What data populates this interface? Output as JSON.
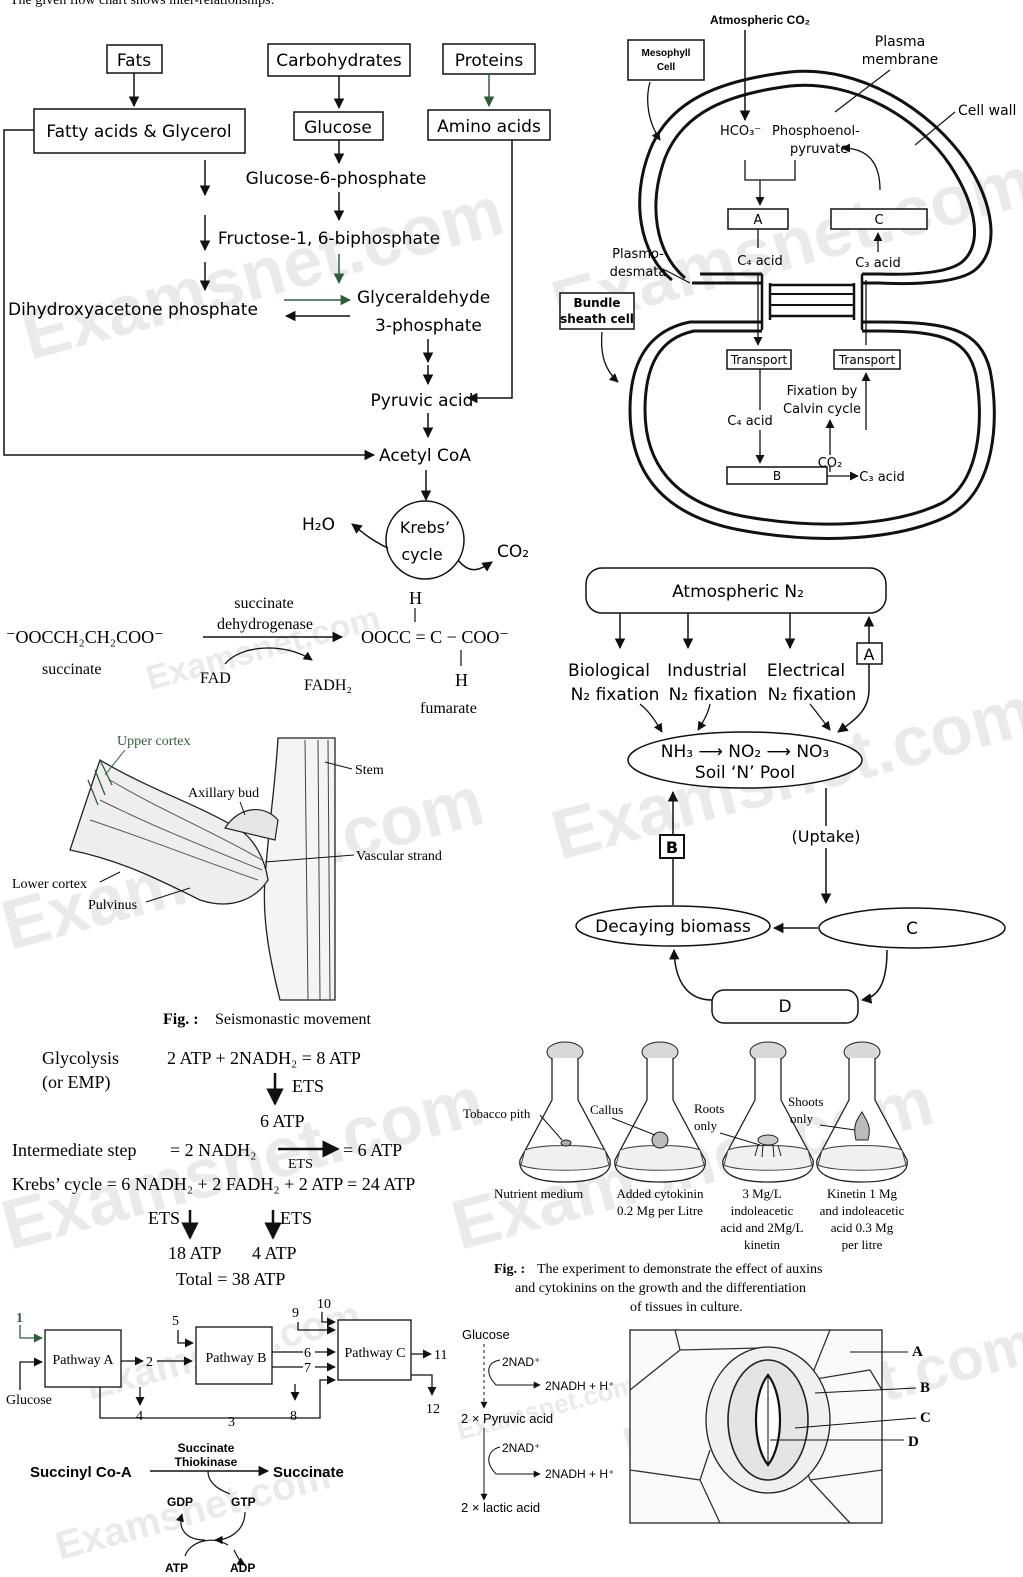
{
  "respiration_flow": {
    "top_clip": "The given flow chart shows inter-relationships:",
    "fats": "Fats",
    "carbohydrates": "Carbohydrates",
    "proteins": "Proteins",
    "fatty_acids": "Fatty acids & Glycerol",
    "glucose": "Glucose",
    "amino_acids": "Amino acids",
    "g6p": "Glucose-6-phosphate",
    "f16bp": "Fructose-1, 6-biphosphate",
    "dhap": "Dihydroxyacetone phosphate",
    "g3p_line1": "Glyceraldehyde",
    "g3p_line2": "3-phosphate",
    "pyruvic": "Pyruvic acid",
    "acetyl": "Acetyl CoA",
    "krebs_line1": "Krebs’",
    "krebs_line2": "cycle",
    "h2o": "H₂O",
    "co2": "CO₂"
  },
  "c4_pathway": {
    "atmospheric_co2": "Atmospheric CO₂",
    "mesophyll_line1": "Mesophyll",
    "mesophyll_line2": "Cell",
    "plasma_line1": "Plasma",
    "plasma_line2": "membrane",
    "cell_wall": "Cell wall",
    "hco3": "HCO₃⁻",
    "pep_line1": "Phosphoenol-",
    "pep_line2": "pyruvate",
    "box_a": "A",
    "box_c": "C",
    "c4_acid_top": "C₄ acid",
    "c3_acid_top": "C₃ acid",
    "plasmo_line1": "Plasmo-",
    "plasmo_line2": "desmata",
    "bundle_line1": "Bundle",
    "bundle_line2": "sheath cell",
    "transport_left": "Transport",
    "transport_right": "Transport",
    "fixation_line1": "Fixation by",
    "fixation_line2": "Calvin cycle",
    "c4_acid_bottom": "C₄ acid",
    "co2_bottom": "CO₂",
    "box_b": "B",
    "c3_acid_bottom": "C₃ acid"
  },
  "succinate_reaction": {
    "left": "⁻OOCCH₂CH₂COO⁻",
    "enzyme_line1": "succinate",
    "enzyme_line2": "dehydrogenase",
    "succinate_label": "succinate",
    "fad": "FAD",
    "fadh2": "FADH₂",
    "h_top": "H",
    "product": "OOCC = C − COO⁻",
    "h_bottom": "H",
    "fumarate": "fumarate"
  },
  "nitrogen_cycle": {
    "atmospheric_n2": "Atmospheric N₂",
    "box_a": "A",
    "bio_line1": "Biological",
    "bio_line2": "N₂ fixation",
    "ind_line1": "Industrial",
    "ind_line2": "N₂ fixation",
    "ele_line1": "Electrical",
    "ele_line2": "N₂ fixation",
    "pool_line1": "NH₃ ⟶ NO₂ ⟶ NO₃",
    "pool_line2": "Soil ‘N’ Pool",
    "box_b": "B",
    "uptake": "(Uptake)",
    "decaying": "Decaying biomass",
    "c": "C",
    "d": "D"
  },
  "seismonastic": {
    "upper_cortex": "Upper cortex",
    "stem": "Stem",
    "axillary_bud": "Axillary bud",
    "vascular_strand": "Vascular strand",
    "lower_cortex": "Lower cortex",
    "pulvinus": "Pulvinus",
    "caption_prefix": "Fig. :",
    "caption": "Seismonastic movement"
  },
  "atp_balance": {
    "glycolysis": "Glycolysis ⃞",
    "glycolysis_eq": "2 ATP + 2NADH₂ = 8 ATP",
    "emp": "(or EMP)",
    "ets1": "ETS",
    "six_atp": "6 ATP",
    "intermediate": "Intermediate step",
    "intermediate_eq": "= 2 NADH₂",
    "ets2": "ETS",
    "intermediate_res": "= 6 ATP",
    "krebs": "Krebs’ cycle = 6 NADH₂ + 2 FADH₂ + 2 ATP = 24 ATP",
    "ets3": "ETS",
    "ets4": "ETS",
    "atp18": "18 ATP",
    "atp4": "4 ATP",
    "total": "Total = 38 ATP"
  },
  "tissue_culture": {
    "tobacco_pith": "Tobacco pith",
    "callus": "Callus",
    "roots_line1": "Roots",
    "roots_line2": "only",
    "shoots_line1": "Shoots",
    "shoots_line2": "only",
    "nutrient": "Nutrient medium",
    "cyto_line1": "Added cytokinin",
    "cyto_line2": "0.2 Mg per Litre",
    "f3_line1": "3 Mg/L",
    "f3_line2": "indoleacetic",
    "f3_line3": "acid and 2Mg/L",
    "f3_line4": "kinetin",
    "f4_line1": "Kinetin 1 Mg",
    "f4_line2": "and indoleacetic",
    "f4_line3": "acid 0.3 Mg",
    "f4_line4": "per litre",
    "caption_prefix": "Fig. :",
    "caption_line1": "The experiment to demonstrate the effect of auxins",
    "caption_line2": "and cytokinins on the growth and the differentiation",
    "caption_line3": "of tissues in culture."
  },
  "pathways": {
    "n1": "1",
    "pathway_a": "Pathway A",
    "glucose": "Glucose",
    "n2": "2",
    "n4": "4",
    "n3": "3",
    "n5": "5",
    "pathway_b": "Pathway B",
    "n6": "6",
    "n7": "7",
    "n8": "8",
    "n9": "9",
    "n10": "10",
    "pathway_c": "Pathway C",
    "n11": "11",
    "n12": "12"
  },
  "fermentation": {
    "glucose": "Glucose",
    "nad1": "2NAD⁺",
    "nadh1": "2NADH + H⁺",
    "pyruvic": "2 × Pyruvic acid",
    "nad2": "2NAD⁺",
    "nadh2": "2NADH + H⁺",
    "lactic": "2 × lactic acid"
  },
  "stomata": {
    "a": "A",
    "b": "B",
    "c": "C",
    "d": "D"
  },
  "succinyl": {
    "enzyme_line1": "Succinate",
    "enzyme_line2": "Thiokinase",
    "left": "Succinyl Co-A",
    "right": "Succinate",
    "gdp": "GDP",
    "gtp": "GTP",
    "atp": "ATP",
    "adp": "ADP"
  },
  "watermark": "Examsnet.com"
}
